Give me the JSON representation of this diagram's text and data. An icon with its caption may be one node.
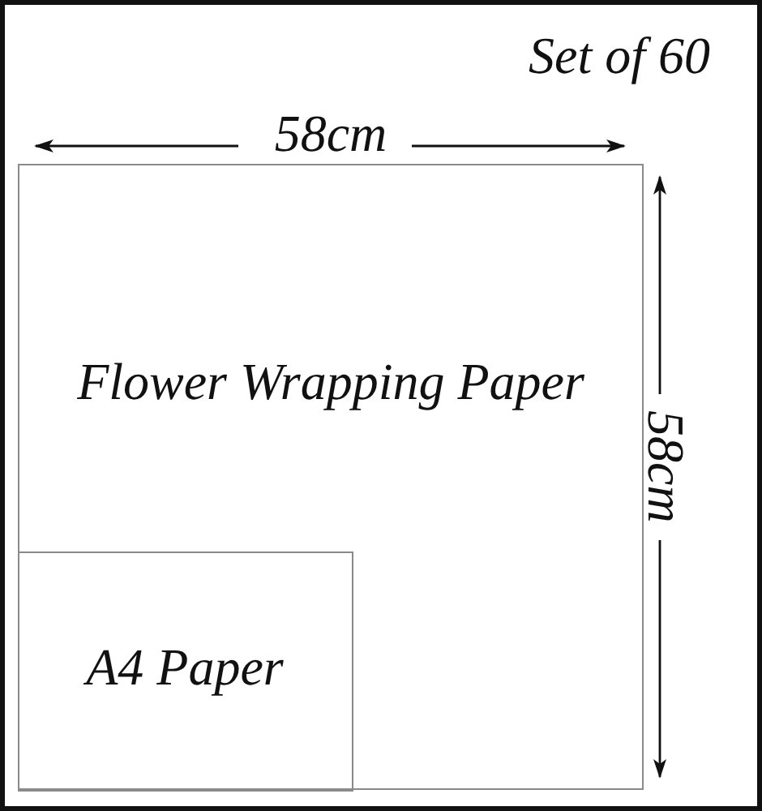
{
  "diagram": {
    "nodes": [
      {
        "text": [
          "Flower Wrapping Paper"
        ]
      },
      {
        "text": [
          "A4 Paper"
        ],
        "in": 0
      }
    ],
    "labels": [
      "Set of 60",
      "58cm",
      "58cm"
    ]
  }
}
